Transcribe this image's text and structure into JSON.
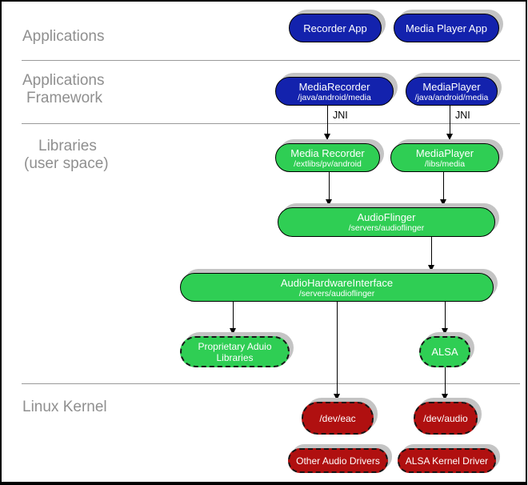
{
  "colors": {
    "node_blue": "#1322AD",
    "node_green": "#2FCE54",
    "node_red": "#B01010",
    "shadow_gray": "#C4C4C4",
    "section_label_gray": "#8F8F8F"
  },
  "section_labels": {
    "applications": "Applications",
    "framework_line1": "Applications",
    "framework_line2": "Framework",
    "libraries_line1": "Libraries",
    "libraries_line2": "(user space)",
    "kernel": "Linux Kernel"
  },
  "nodes": {
    "recorder_app": {
      "title": "Recorder App"
    },
    "media_player_app": {
      "title": "Media Player App"
    },
    "media_recorder_fw": {
      "title": "MediaRecorder",
      "path": "/java/android/media"
    },
    "media_player_fw": {
      "title": "MediaPlayer",
      "path": "/java/android/media"
    },
    "media_recorder_lib": {
      "title": "Media Recorder",
      "path": "/extlibs/pv/android"
    },
    "media_player_lib": {
      "title": "MediaPlayer",
      "path": "/libs/media"
    },
    "audio_flinger": {
      "title": "AudioFlinger",
      "path": "/servers/audioflinger"
    },
    "audio_hardware_interface": {
      "title": "AudioHardwareInterface",
      "path": "/servers/audioflinger"
    },
    "proprietary_audio_libraries": {
      "title": "Proprietary Aduio Libraries"
    },
    "alsa": {
      "title": "ALSA"
    },
    "dev_eac": {
      "title": "/dev/eac"
    },
    "dev_audio": {
      "title": "/dev/audio"
    },
    "other_audio_drivers": {
      "title": "Other Audio Drivers"
    },
    "alsa_kernel_driver": {
      "title": "ALSA Kernel Driver"
    }
  },
  "edge_labels": {
    "jni_left": "JNI",
    "jni_right": "JNI"
  }
}
